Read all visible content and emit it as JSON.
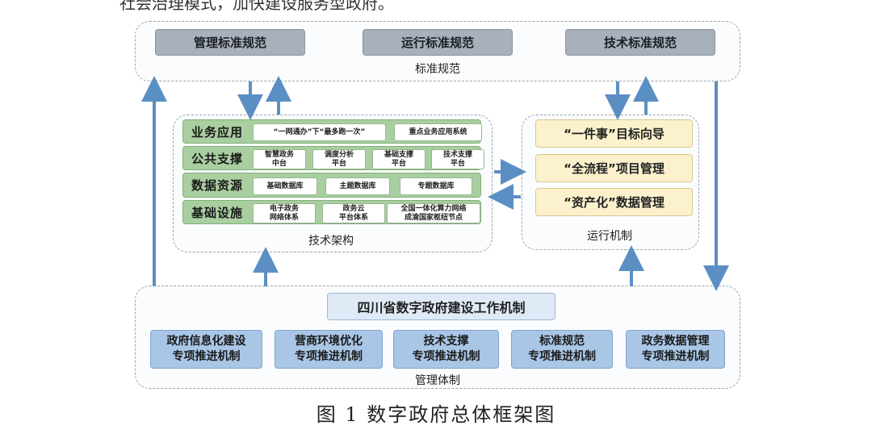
{
  "top_text": "社会治理模式，加快建设服务型政府。",
  "standards": {
    "items": [
      "管理标准规范",
      "运行标准规范",
      "技术标准规范"
    ],
    "label": "标准规范"
  },
  "tech": {
    "rows": [
      {
        "label": "业务应用",
        "items": [
          "“一网通办”下“最多跑一次”",
          "重点业务应用系统"
        ]
      },
      {
        "label": "公共支撑",
        "items": [
          "智慧政务\n中台",
          "调度分析\n平台",
          "基础支撑\n平台",
          "技术支撑\n平台"
        ]
      },
      {
        "label": "数据资源",
        "items": [
          "基础数据库",
          "主题数据库",
          "专题数据库"
        ]
      },
      {
        "label": "基础设施",
        "items": [
          "电子政务\n网络体系",
          "政务云\n平台体系",
          "全国一体化算力网络\n成渝国家枢纽节点"
        ]
      }
    ],
    "label": "技术架构"
  },
  "ops": {
    "items": [
      "“一件事”目标向导",
      "“全流程”项目管理",
      "“资产化”数据管理"
    ],
    "label": "运行机制"
  },
  "mgmt": {
    "title": "四川省数字政府建设工作机制",
    "items": [
      [
        "政府信息化建设",
        "专项推进机制"
      ],
      [
        "营商环境优化",
        "专项推进机制"
      ],
      [
        "技术支撑",
        "专项推进机制"
      ],
      [
        "标准规范",
        "专项推进机制"
      ],
      [
        "政务数据管理",
        "专项推进机制"
      ]
    ],
    "label": "管理体制"
  },
  "caption": "图 1  数字政府总体框架图",
  "colors": {
    "standard_gray": "#a7b0bb",
    "tech_green": "#a9cfa0",
    "ops_yellow": "#fbf1cc",
    "mgmt_blue": "#a9c6e6",
    "arrow_blue": "#5b8fc4"
  }
}
